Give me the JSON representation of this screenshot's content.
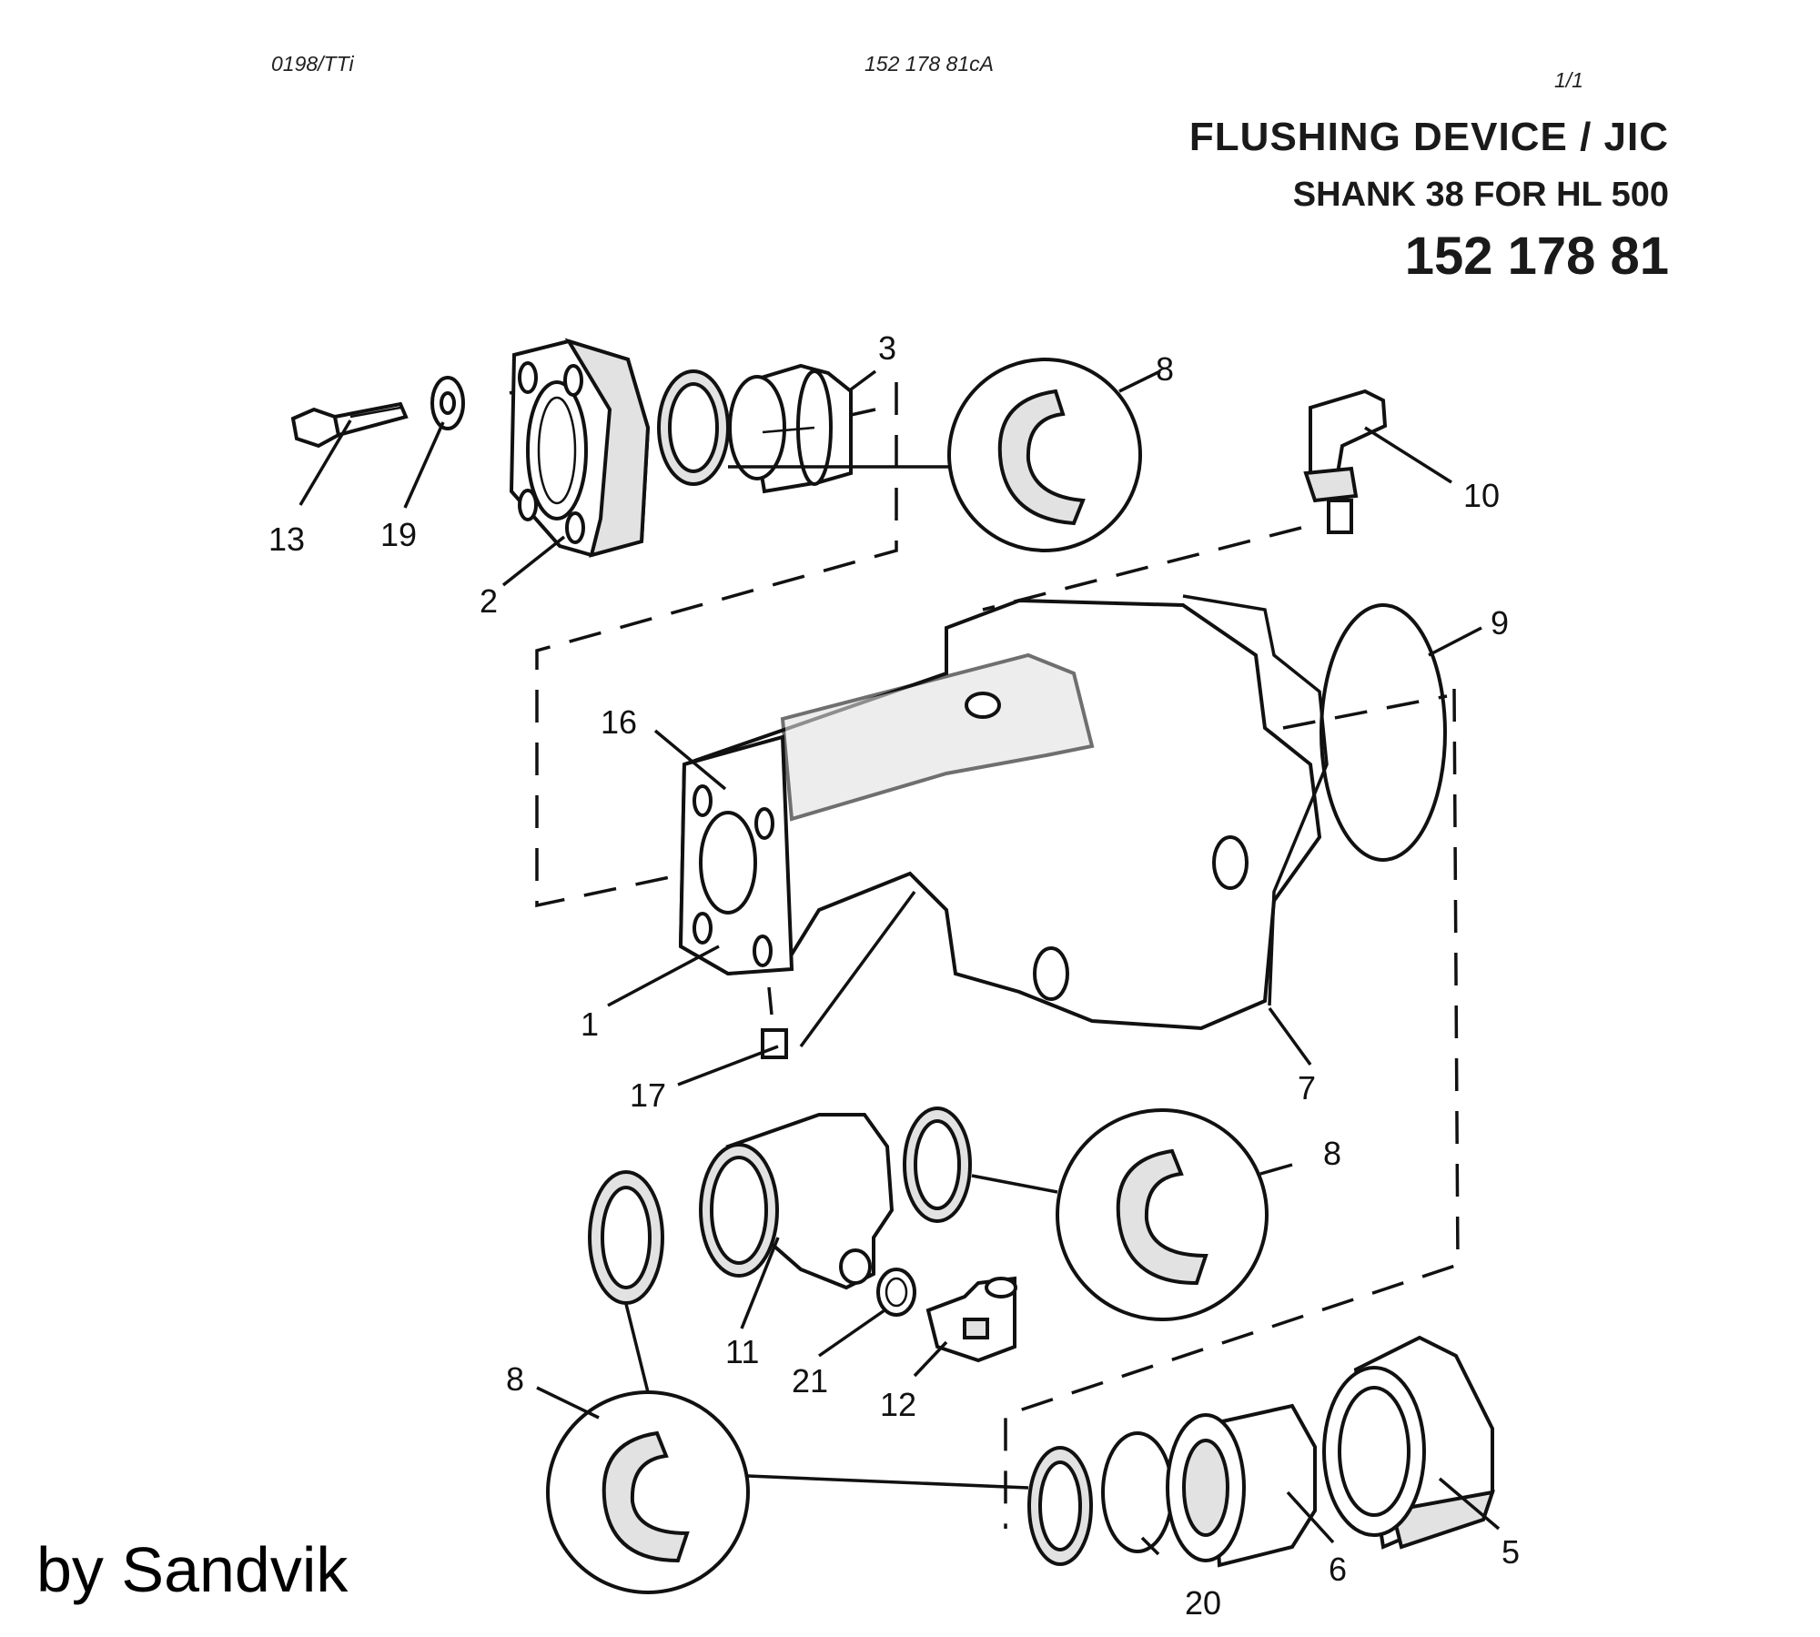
{
  "header": {
    "doc_code": "0198/TTi",
    "drawing_ref": "152 178 81cA",
    "page": "1/1"
  },
  "title": {
    "line1": "FLUSHING  DEVICE / JIC",
    "line2": "SHANK 38 FOR HL 500",
    "part_number": "152 178 81"
  },
  "callouts": [
    {
      "id": "c1",
      "label": "1"
    },
    {
      "id": "c2",
      "label": "2"
    },
    {
      "id": "c3",
      "label": "3"
    },
    {
      "id": "c5",
      "label": "5"
    },
    {
      "id": "c6",
      "label": "6"
    },
    {
      "id": "c7",
      "label": "7"
    },
    {
      "id": "c8a",
      "label": "8"
    },
    {
      "id": "c8b",
      "label": "8"
    },
    {
      "id": "c8c",
      "label": "8"
    },
    {
      "id": "c9",
      "label": "9"
    },
    {
      "id": "c10",
      "label": "10"
    },
    {
      "id": "c11",
      "label": "11"
    },
    {
      "id": "c12",
      "label": "12"
    },
    {
      "id": "c13",
      "label": "13"
    },
    {
      "id": "c16",
      "label": "16"
    },
    {
      "id": "c17",
      "label": "17"
    },
    {
      "id": "c19",
      "label": "19"
    },
    {
      "id": "c20",
      "label": "20"
    },
    {
      "id": "c21",
      "label": "21"
    }
  ],
  "credit": "by Sandvik"
}
